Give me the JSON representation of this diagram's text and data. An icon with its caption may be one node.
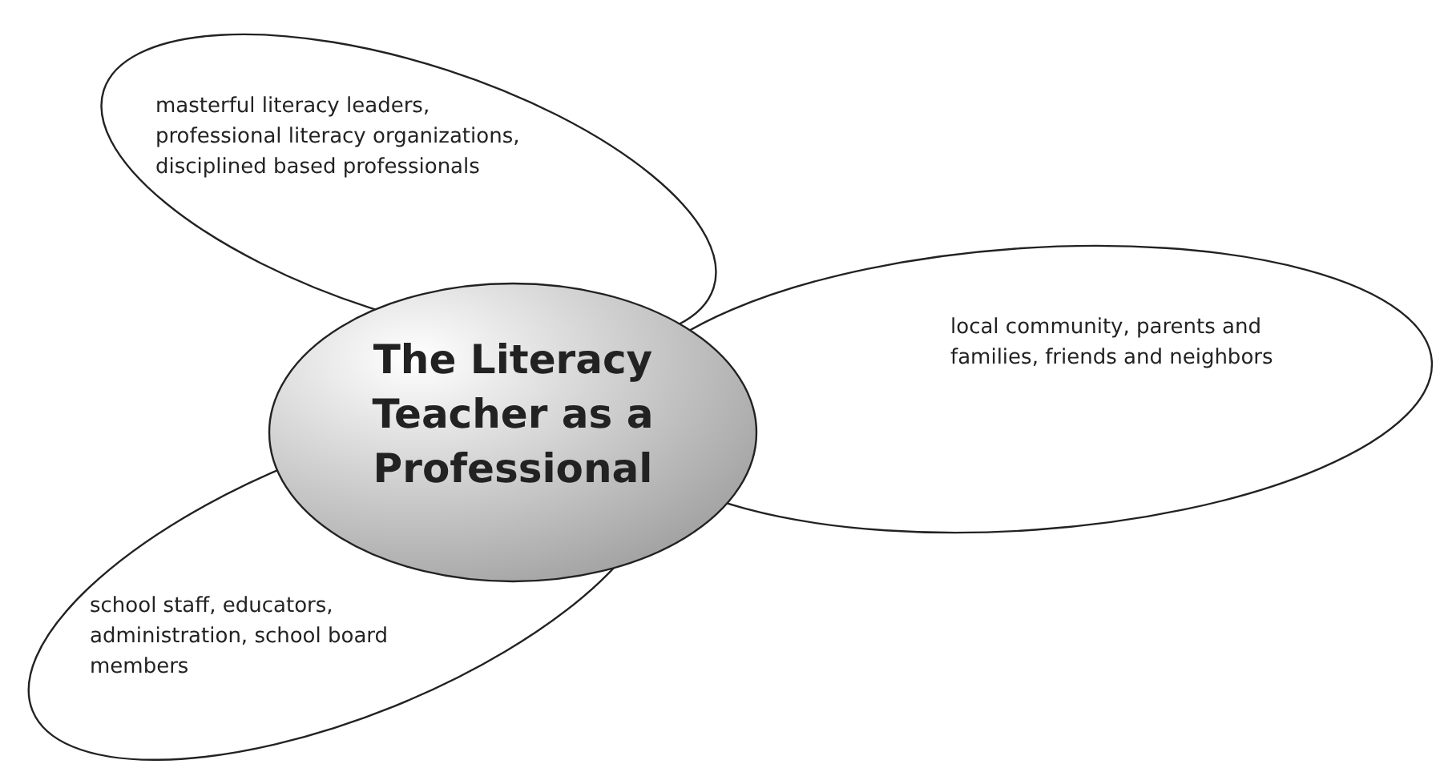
{
  "diagram": {
    "nodes": [
      {
        "text": [
          "The Literacy Teacher as a Professional"
        ]
      },
      {
        "text": [
          "masterful literacy leaders, professional literacy organizations, disciplined based professionals"
        ]
      },
      {
        "text": [
          "local community, parents and families, friends and neighbors"
        ]
      },
      {
        "text": [
          "school staff, educators, administration, school board members"
        ]
      }
    ]
  }
}
